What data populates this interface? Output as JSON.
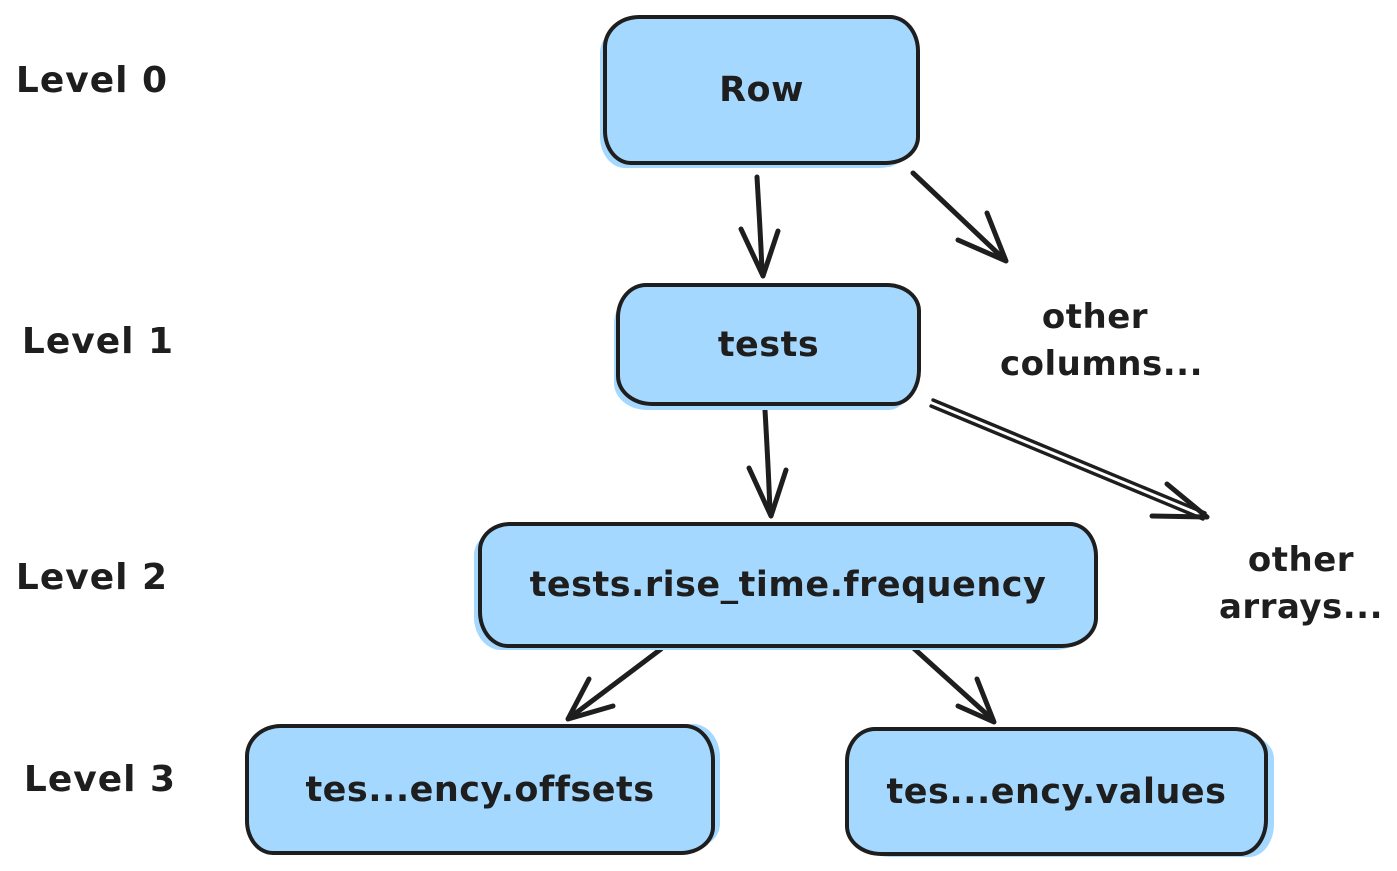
{
  "colors": {
    "node_fill": "#a5d8ff",
    "stroke": "#1e1e1e",
    "text": "#1e1e1e",
    "background": "#ffffff"
  },
  "levels": [
    {
      "label": "Level 0"
    },
    {
      "label": "Level 1"
    },
    {
      "label": "Level 2"
    },
    {
      "label": "Level 3"
    }
  ],
  "nodes": {
    "row": {
      "label": "Row",
      "level": 0
    },
    "tests": {
      "label": "tests",
      "level": 1
    },
    "frequency": {
      "label": "tests.rise_time.frequency",
      "level": 2
    },
    "offsets": {
      "label": "tes...ency.offsets",
      "level": 3
    },
    "values": {
      "label": "tes...ency.values",
      "level": 3
    }
  },
  "annotations": {
    "other_columns": {
      "line1": "other",
      "line2": "columns..."
    },
    "other_arrays": {
      "line1": "other",
      "line2": "arrays..."
    }
  },
  "edges": [
    {
      "from": "row",
      "to": "tests"
    },
    {
      "from": "row",
      "to": "other_columns"
    },
    {
      "from": "tests",
      "to": "frequency"
    },
    {
      "from": "tests",
      "to": "other_arrays"
    },
    {
      "from": "frequency",
      "to": "offsets"
    },
    {
      "from": "frequency",
      "to": "values"
    }
  ]
}
